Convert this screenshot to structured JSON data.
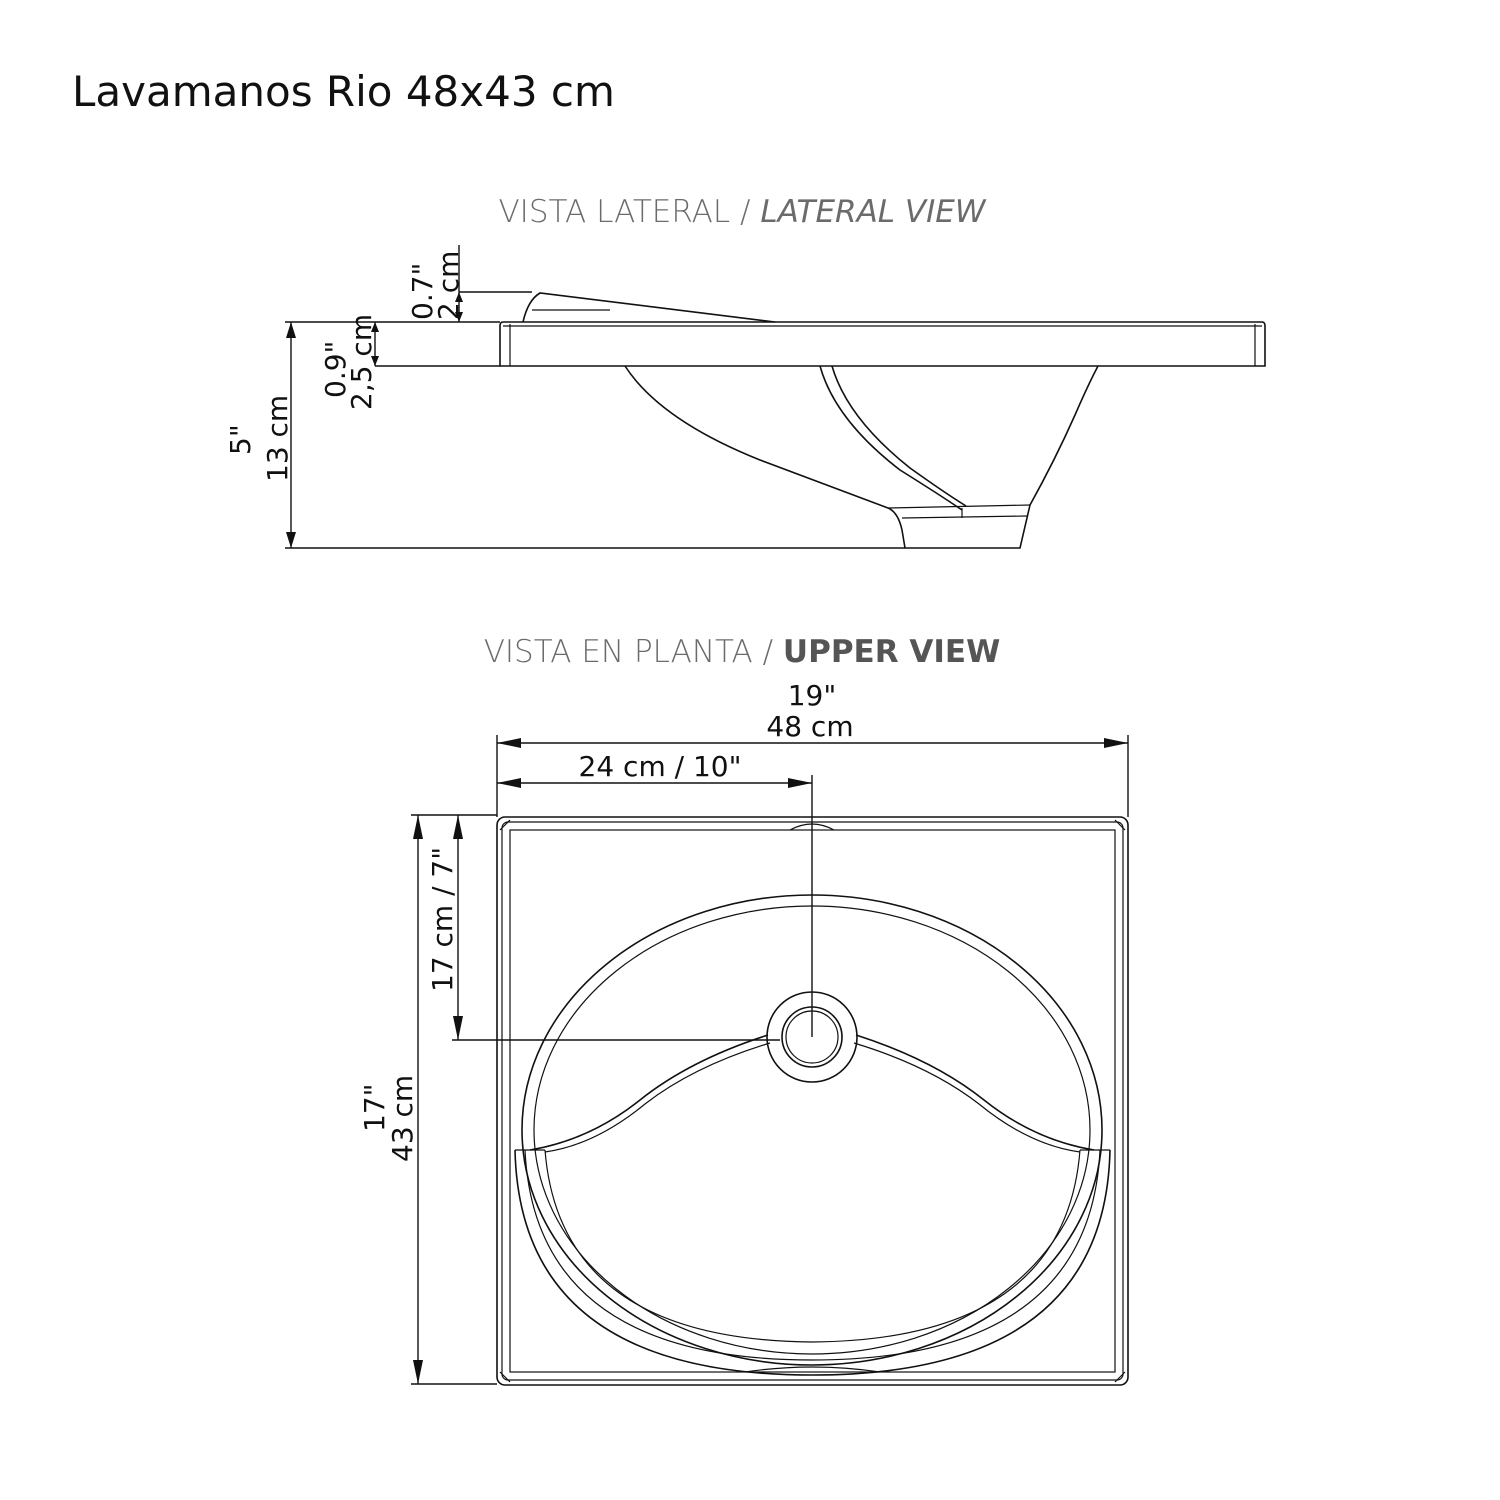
{
  "title": "Lavamanos Rio 48x43 cm",
  "lateral_view": {
    "heading_es": "VISTA LATERAL / ",
    "heading_en": "LATERAL VIEW",
    "dims": {
      "overflow_in": "0.7\"",
      "overflow_cm": "2 cm",
      "rim_in": "0.9\"",
      "rim_cm": "2,5 cm",
      "height_in": "5\"",
      "height_cm": "13 cm"
    }
  },
  "upper_view": {
    "heading_es": "VISTA EN PLANTA / ",
    "heading_en": "UPPER VIEW",
    "dims": {
      "width_in": "19\"",
      "width_cm": "48 cm",
      "drain_offset_x": "24 cm / 10\"",
      "drain_offset_y": "17 cm / 7\"",
      "depth_in": "17\"",
      "depth_cm": "43 cm"
    }
  },
  "colors": {
    "line": "#111111",
    "heading": "#6b6b6b",
    "background": "#ffffff"
  }
}
